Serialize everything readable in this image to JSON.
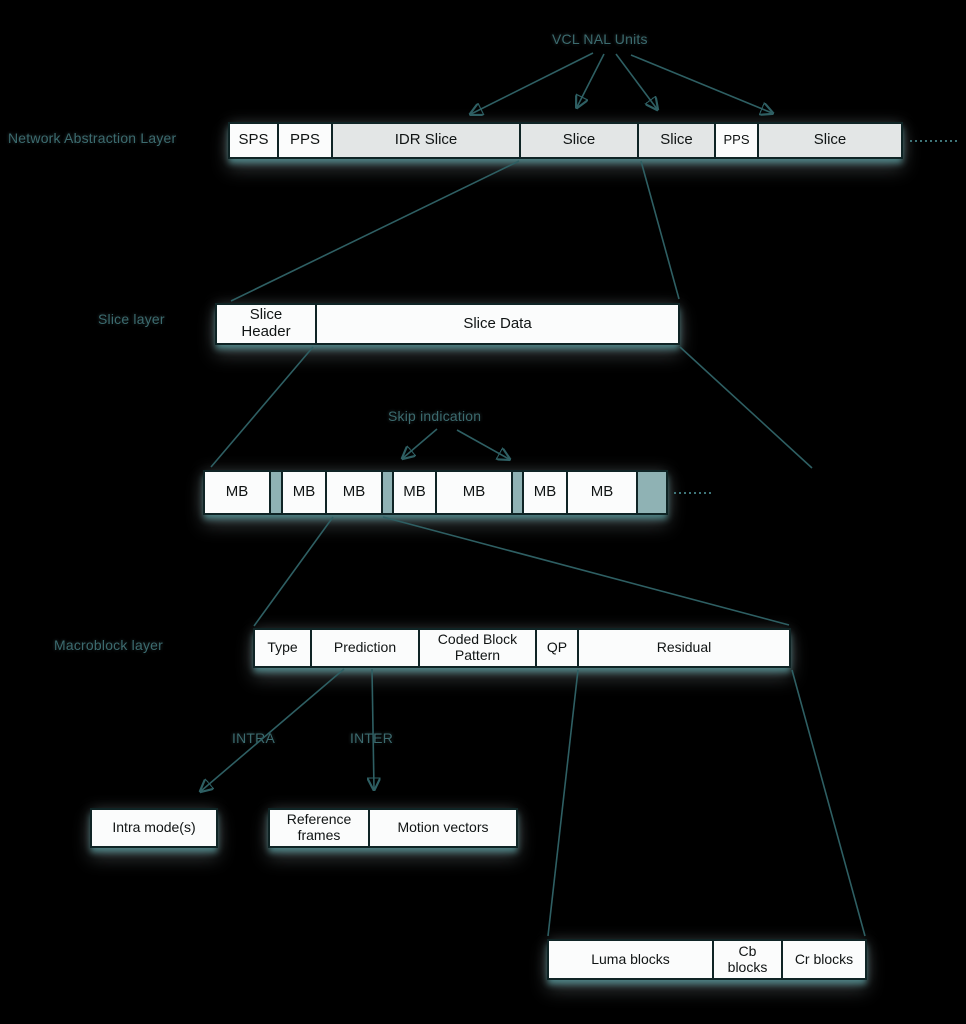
{
  "title_labels": {
    "vcl_nal_units": "VCL NAL Units",
    "network_abstraction_layer": "Network Abstraction Layer",
    "slice_layer": "Slice layer",
    "skip_indication": "Skip indication",
    "macroblock_layer": "Macroblock layer",
    "intra": "INTRA",
    "inter": "INTER"
  },
  "nal_row": {
    "boxes": [
      {
        "label": "SPS"
      },
      {
        "label": "PPS"
      },
      {
        "label": "IDR Slice"
      },
      {
        "label": "Slice"
      },
      {
        "label": "Slice"
      },
      {
        "label": "PPS"
      },
      {
        "label": "Slice"
      }
    ]
  },
  "slice_row": {
    "boxes": [
      {
        "label": "Slice Header"
      },
      {
        "label": "Slice Data"
      }
    ]
  },
  "mb_row": {
    "boxes": [
      {
        "label": "MB"
      },
      {
        "label": "MB"
      },
      {
        "label": "MB"
      },
      {
        "label": "MB"
      },
      {
        "label": "MB"
      },
      {
        "label": "MB"
      },
      {
        "label": "MB"
      }
    ]
  },
  "macroblock_row": {
    "boxes": [
      {
        "label": "Type"
      },
      {
        "label": "Prediction"
      },
      {
        "label": "Coded Block Pattern"
      },
      {
        "label": "QP"
      },
      {
        "label": "Residual"
      }
    ]
  },
  "prediction_targets": {
    "intra_box": {
      "label": "Intra mode(s)"
    },
    "inter_boxes": [
      {
        "label": "Reference frames"
      },
      {
        "label": "Motion vectors"
      }
    ]
  },
  "residual_row": {
    "boxes": [
      {
        "label": "Luma blocks"
      },
      {
        "label": "Cb blocks"
      },
      {
        "label": "Cr blocks"
      }
    ]
  },
  "colors": {
    "background": "#000000",
    "box_fill_white": "#fbfcfc",
    "box_fill_gray": "#e3e6e6",
    "skip_separator_teal": "#8fb2b4",
    "border_dark": "#0f2425",
    "connector_teal": "#2e5f63",
    "ghost_label_teal": "#3c6b6f"
  }
}
